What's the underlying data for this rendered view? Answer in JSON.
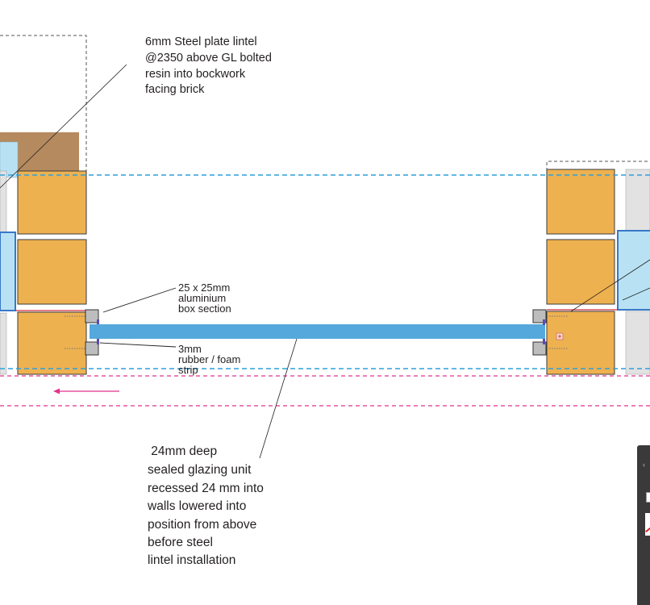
{
  "annotations": {
    "lintel": [
      "6mm Steel plate lintel",
      "@2350 above GL bolted",
      "resin into bockwork",
      "facing brick"
    ],
    "box_section": [
      "25 x 25mm",
      "aluminium",
      "box section"
    ],
    "rubber_strip": [
      "3mm",
      "rubber / foam",
      "strip"
    ],
    "glazing_unit": [
      " 24mm deep",
      "sealed glazing unit",
      "recessed 24 mm into",
      "walls lowered into",
      "position from above",
      "before steel",
      "lintel installation"
    ]
  },
  "colors": {
    "brick": "#eeb150",
    "brick_outline": "#3a3a3a",
    "lintel_brown": "#b58a5e",
    "grey_block": "#e2e2e2",
    "light_blue_fill": "#b8e2f4",
    "glazing_blue": "#55a8db",
    "dash_blue": "#2f9fdb",
    "dash_magenta": "#e0338c",
    "frame_blue": "#3878c7",
    "leader_line": "#231f20"
  },
  "side_panel": {
    "icons": [
      "collapse-chevron-icon",
      "frame-icon",
      "swatch-icon"
    ]
  }
}
